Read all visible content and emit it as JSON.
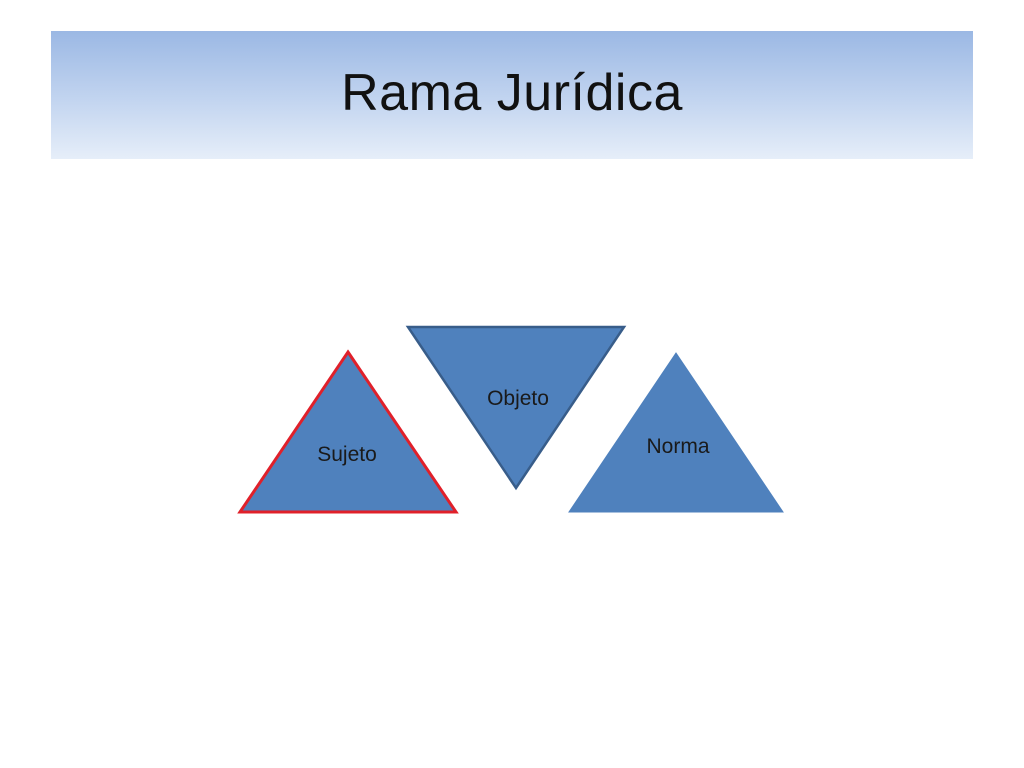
{
  "slide": {
    "title": "Rama Jurídica"
  },
  "diagram": {
    "shapes": [
      {
        "id": "sujeto",
        "label": "Sujeto",
        "fill": "#4f81bd",
        "outline": "#e0202a"
      },
      {
        "id": "objeto",
        "label": "Objeto",
        "fill": "#4f81bd",
        "outline": "#385d8a"
      },
      {
        "id": "norma",
        "label": "Norma",
        "fill": "#4f81bd",
        "outline": "#4f81bd"
      }
    ]
  }
}
